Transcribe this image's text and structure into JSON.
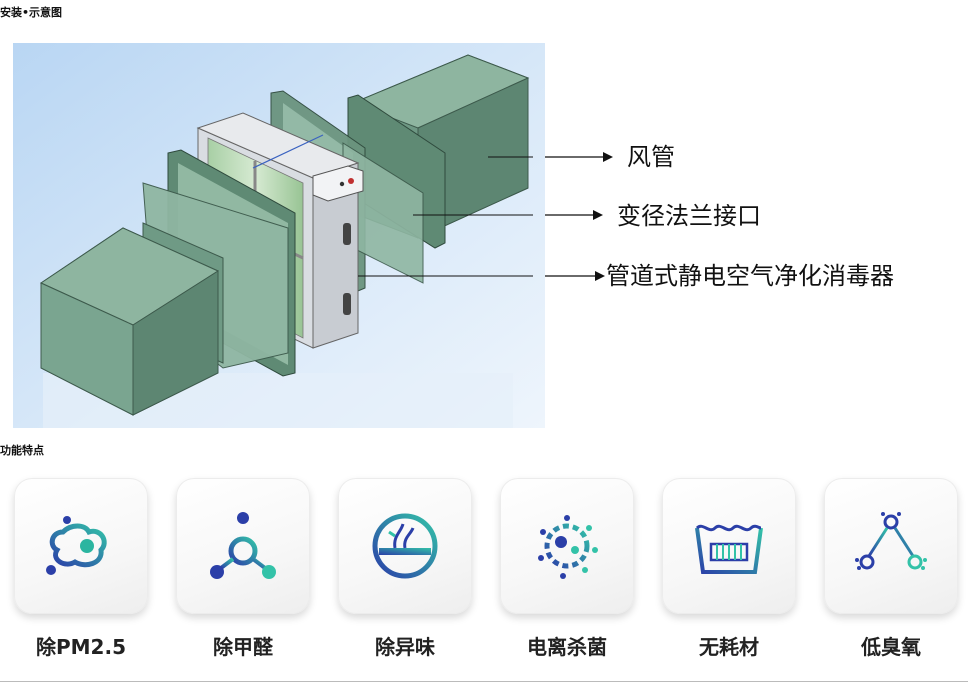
{
  "headings": {
    "install": "安装•示意图",
    "features": "功能特点"
  },
  "diagram": {
    "callouts": [
      "风管",
      "变径法兰接口",
      "管道式静电空气净化消毒器"
    ]
  },
  "features": [
    {
      "label": "除PM2.5",
      "icon": "pm25-cloud-icon"
    },
    {
      "label": "除甲醛",
      "icon": "formaldehyde-molecule-icon"
    },
    {
      "label": "除异味",
      "icon": "odor-removal-icon"
    },
    {
      "label": "电离杀菌",
      "icon": "ionization-sterilize-icon"
    },
    {
      "label": "无耗材",
      "icon": "no-consumables-icon"
    },
    {
      "label": "低臭氧",
      "icon": "low-ozone-icon"
    }
  ],
  "colors": {
    "icon_gradient_start": "#2b3fa8",
    "icon_gradient_end": "#33c2a8",
    "duct_green": "#6f9a85",
    "sky_blue": "#cfe3f7"
  }
}
